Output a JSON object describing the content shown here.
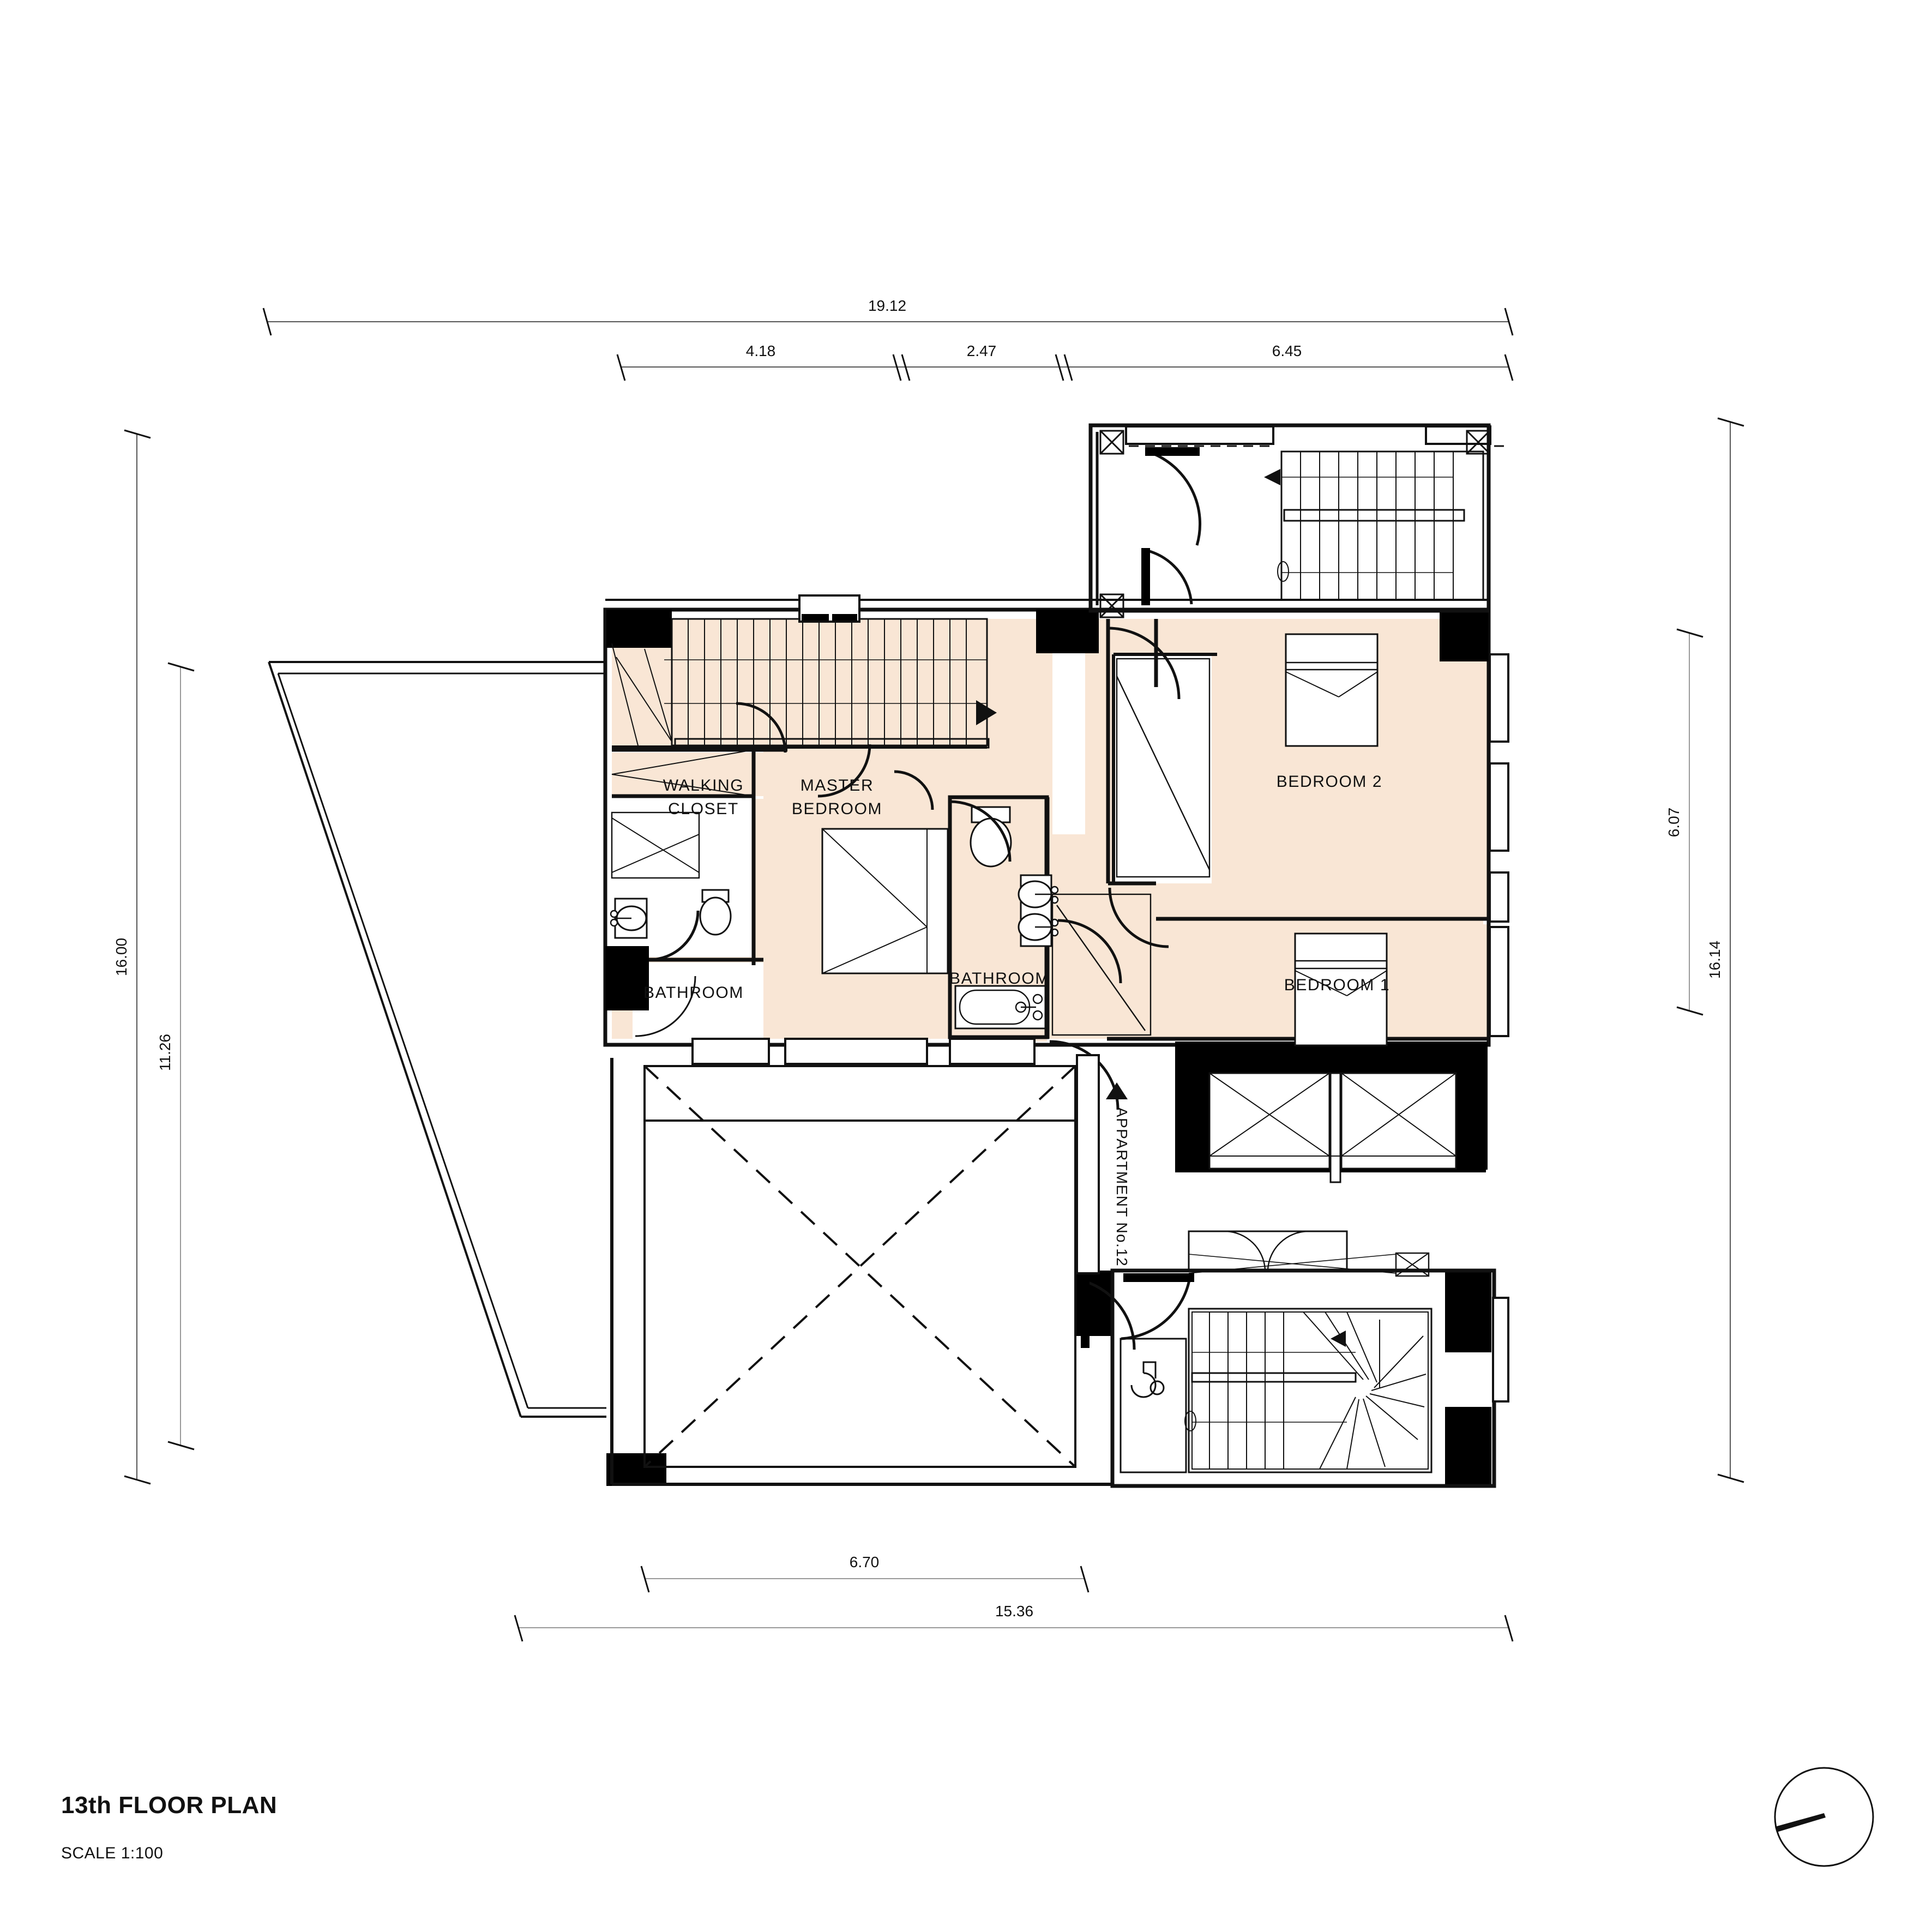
{
  "sheet": {
    "title": "13th FLOOR PLAN",
    "scale": "SCALE 1:100",
    "north_icon": "north-arrow-icon",
    "background_color": "#ffffff",
    "room_fill_color": "#f9e6d5",
    "wall_color": "#000000",
    "line_color": "#1a1a1a"
  },
  "plan": {
    "apartment_label": "APPARTMENT No.12",
    "rooms": [
      {
        "id": "master-bedroom",
        "label_line1": "MASTER",
        "label_line2": "BEDROOM",
        "filled": true
      },
      {
        "id": "walking-closet",
        "label_line1": "WALKING",
        "label_line2": "CLOSET",
        "filled": true
      },
      {
        "id": "bathroom-master",
        "label_line1": "BATHROOM",
        "label_line2": "",
        "filled": true
      },
      {
        "id": "bathroom-small",
        "label_line1": "BATHROOM",
        "label_line2": "",
        "filled": false
      },
      {
        "id": "bedroom-1",
        "label_line1": "BEDROOM 1",
        "label_line2": "",
        "filled": true
      },
      {
        "id": "bedroom-2",
        "label_line1": "BEDROOM 2",
        "label_line2": "",
        "filled": true
      }
    ],
    "labels": {
      "master_bedroom_l1": "MASTER",
      "master_bedroom_l2": "BEDROOM",
      "walking_closet_l1": "WALKING",
      "walking_closet_l2": "CLOSET",
      "bathroom_master": "BATHROOM",
      "bathroom_small": "BATHROOM",
      "bedroom_1": "BEDROOM 1",
      "bedroom_2": "BEDROOM 2"
    }
  },
  "dimensions": {
    "top_overall": "19.12",
    "top_segments": [
      "4.18",
      "2.47",
      "6.45"
    ],
    "left_outer": "16.00",
    "left_inner": "11.26",
    "right_inner": "6.07",
    "right_outer": "16.14",
    "bottom_partial": "6.70",
    "bottom_overall": "15.36"
  }
}
